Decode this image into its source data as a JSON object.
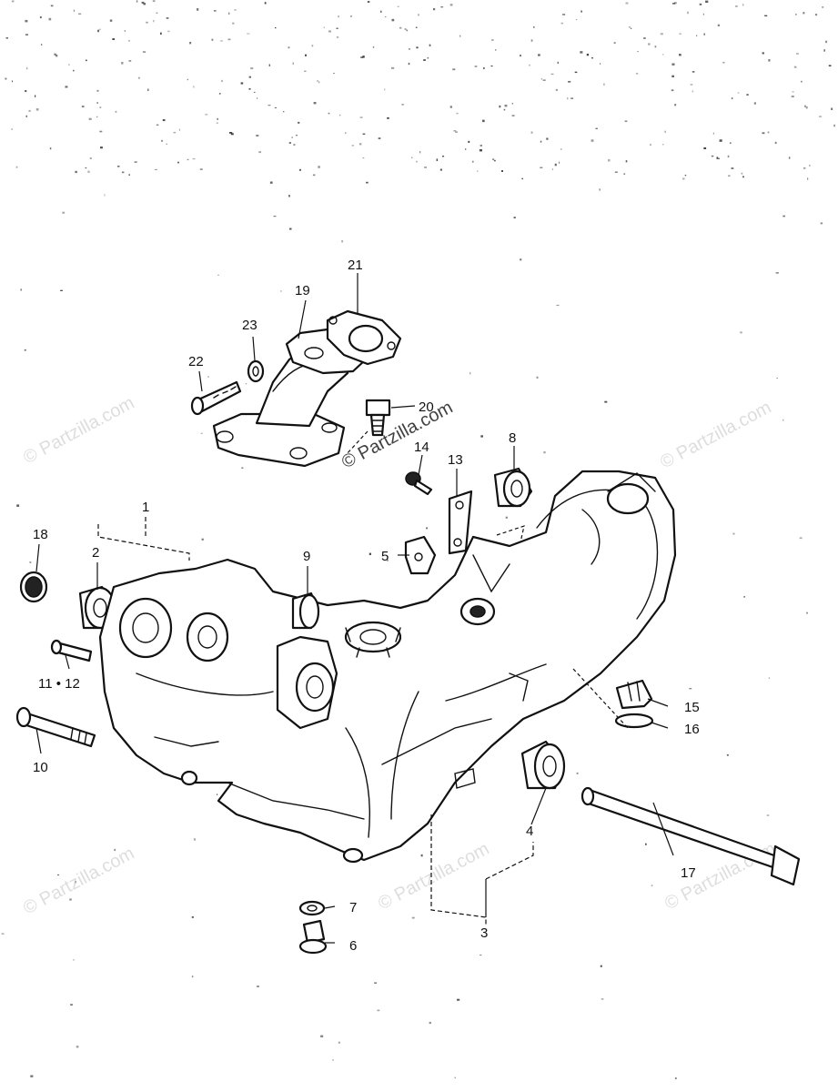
{
  "watermark": "© Partzilla.com",
  "callouts": {
    "c1": "1",
    "c2": "2",
    "c3": "3",
    "c4": "4",
    "c5": "5",
    "c6": "6",
    "c7": "7",
    "c8": "8",
    "c9": "9",
    "c10": "10",
    "c11_12": "11 • 12",
    "c13": "13",
    "c14": "14",
    "c15": "15",
    "c16": "16",
    "c17": "17",
    "c18": "18",
    "c19": "19",
    "c20": "20",
    "c21": "21",
    "c22": "22",
    "c23": "23"
  }
}
